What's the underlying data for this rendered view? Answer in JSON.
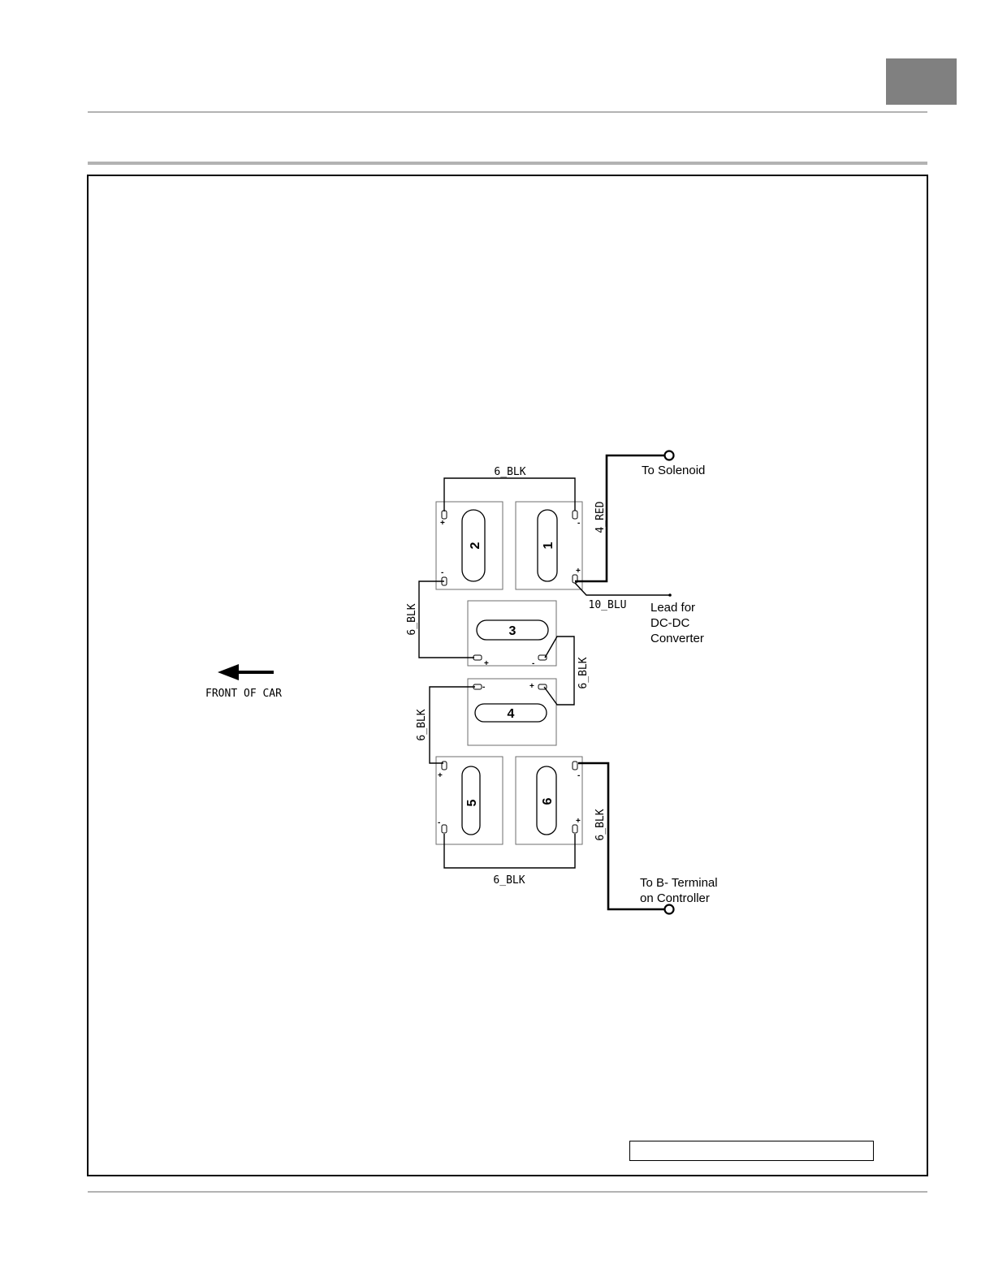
{
  "figure": {
    "front_label": "FRONT OF CAR",
    "batteries": [
      "1",
      "2",
      "3",
      "4",
      "5",
      "6"
    ],
    "wires": {
      "w12": "6_BLK",
      "w23": "6_BLK",
      "w34": "6_BLK",
      "w45": "6_BLK",
      "w56": "6_BLK",
      "pos_main": "4_RED",
      "neg_main": "6_BLK",
      "converter": "10_BLU"
    },
    "callouts": {
      "solenoid": "To Solenoid",
      "converter": [
        "Lead for",
        "DC-DC",
        "Converter"
      ],
      "controller": [
        "To B- Terminal",
        "on Controller"
      ]
    },
    "signs": {
      "plus": "+",
      "minus": "-"
    }
  }
}
